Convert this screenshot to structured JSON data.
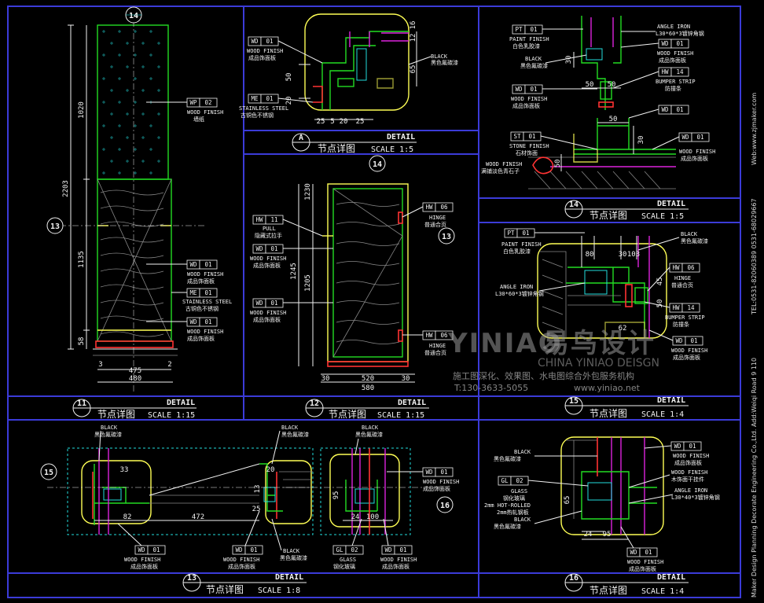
{
  "colors": {
    "frame": "#3b3bd8",
    "yellow": "#ffff55",
    "green": "#22dd22",
    "cyan": "#22dddd",
    "red": "#ff3333",
    "magenta": "#dd22dd"
  },
  "common": {
    "detail": "DETAIL"
  },
  "details": {
    "d11": {
      "num": "11",
      "title": "节点详图",
      "scale": "SCALE 1:15"
    },
    "d12": {
      "num": "12",
      "title": "节点详图",
      "scale": "SCALE 1:15"
    },
    "dA": {
      "num": "A",
      "title": "节点详图",
      "scale": "SCALE 1:5"
    },
    "d14": {
      "num": "14",
      "title": "节点详图",
      "scale": "SCALE 1:5"
    },
    "d15": {
      "num": "15",
      "title": "节点详图",
      "scale": "SCALE 1:4"
    },
    "d13": {
      "num": "13",
      "title": "节点详图",
      "scale": "SCALE 1:8"
    },
    "d16": {
      "num": "16",
      "title": "节点详图",
      "scale": "SCALE 1:4"
    }
  },
  "markers": {
    "m14a": "14",
    "m13a": "13",
    "m14b": "14",
    "m13b": "13",
    "m15": "15",
    "m16": "16"
  },
  "tags": {
    "wp02": {
      "code": "WP",
      "no": "02",
      "en": "WOOD FINISH",
      "cn": "墙纸"
    },
    "wd01": {
      "code": "WD",
      "no": "01",
      "en": "WOOD FINISH",
      "cn": "成品饰面板"
    },
    "me01": {
      "code": "ME",
      "no": "01",
      "en": "STAINLESS STEEL",
      "cn": "古铜色不锈钢"
    },
    "hw11": {
      "code": "HW",
      "no": "11",
      "en": "PULL",
      "cn": "隐藏式拉手"
    },
    "hw06": {
      "code": "HW",
      "no": "06",
      "en": "HINGE",
      "cn": "普通合页"
    },
    "hw14": {
      "code": "HW",
      "no": "14",
      "en": "BUMPER STRIP",
      "cn": "防撞条"
    },
    "pt01": {
      "code": "PT",
      "no": "01",
      "en": "PAINT FINISH",
      "cn": "白色乳胶漆"
    },
    "st01": {
      "code": "ST",
      "no": "01",
      "en": "STONE FINISH",
      "cn": "石材饰面"
    },
    "gl02": {
      "code": "GL",
      "no": "02",
      "en": "GLASS",
      "cn": "钢化玻璃"
    }
  },
  "notes": {
    "black": "BLACK",
    "black_cn": "黑色氟碳漆",
    "angle_iron": "ANGLE IRON",
    "angle_iron_cn": "L30*60*3镀锌角钢",
    "angle_iron_cn2": "L30*40*3镀锌角钢",
    "wood_finish_skirt_cn": "满铺淡色青石子",
    "wood_finish_dry_cn": "木饰面干挂件",
    "hot_rolled": "2mm HOT-ROLLED",
    "hot_rolled_cn": "2mm热轧钢板"
  },
  "dims": {
    "d11": {
      "h1": "1020",
      "h2": "2203",
      "h3": "1135",
      "h4": "58",
      "w1": "475",
      "w2": "480",
      "w3": "2",
      "w4": "3"
    },
    "d12": {
      "h1": "1230",
      "h2": "1245",
      "h3": "1205",
      "w1": "30",
      "w2": "520",
      "w3": "30",
      "w4": "580"
    },
    "dA": {
      "v1": "50",
      "v2": "20",
      "v3": "12",
      "v4": "16",
      "v5": "65",
      "b1": "25",
      "b2": "5",
      "b3": "20",
      "b4": "25"
    },
    "d14": {
      "a": "30",
      "b": "50",
      "c": "50",
      "d": "50",
      "e": "50",
      "f": "30"
    },
    "d15": {
      "a": "80",
      "b": "30",
      "c": "103",
      "d": "45",
      "e": "50",
      "f": "62"
    },
    "d13": {
      "a": "33",
      "b": "82",
      "c": "472",
      "d": "25",
      "e": "20",
      "f": "13",
      "g": "24",
      "h": "100",
      "i": "95"
    },
    "d16": {
      "a": "65",
      "b": "24",
      "c": "95"
    }
  },
  "watermark": {
    "logo": "YINIAO",
    "brand_cn": "易鸟设计",
    "brand_en": "CHINA YINIAO DEISGN",
    "services": "施工图深化、效果图、水电图综合外包服务机构",
    "tel": "T:130-3633-5055",
    "web": "www.yiniao.net"
  },
  "sidebar": {
    "web": "Web:www.zjmaker.com",
    "tel": "TEL:0531-82060389  0531-68029667",
    "company": "Maker Design Planning Decorate Engineering Co.,Ltd.  Add:Weiqi Road 9 110"
  }
}
